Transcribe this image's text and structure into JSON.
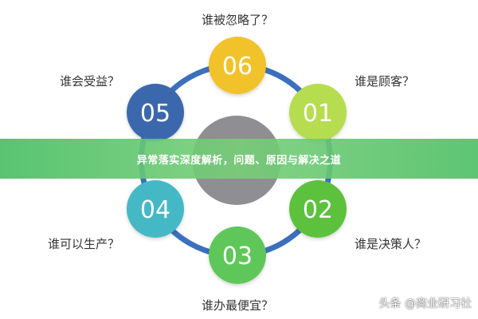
{
  "diagram": {
    "nodes": [
      {
        "number": "01",
        "question": "谁是顾客？",
        "color": "#b6dd4f"
      },
      {
        "number": "02",
        "question": "谁是决策人？",
        "color": "#5bc13c"
      },
      {
        "number": "03",
        "question": "谁办最便宜？",
        "color": "#5ec75a"
      },
      {
        "number": "04",
        "question": "谁可以生产？",
        "color": "#44b8c6"
      },
      {
        "number": "05",
        "question": "谁会受益？",
        "color": "#3a67ad"
      },
      {
        "number": "06",
        "question": "谁被忽略了？",
        "color": "#f2c22b"
      }
    ],
    "ring_color": "#3c6fbd",
    "center_color": "#8f8f93"
  },
  "banner": {
    "text": "异常落实深度解析，问题、原因与解决之道"
  },
  "watermark": {
    "text": "头条 @商业研习社"
  }
}
